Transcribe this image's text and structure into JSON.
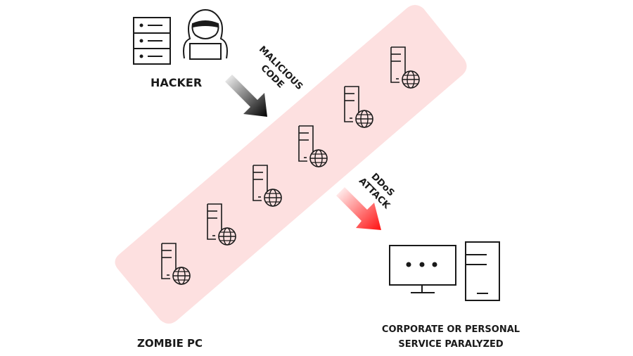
{
  "colors": {
    "band": "#fde0e0",
    "stroke": "#1a1a1a",
    "ddos_arrow": "#ff1a1a"
  },
  "labels": {
    "hacker": "HACKER",
    "malicious_1": "MALICIOUS",
    "malicious_2": "CODE",
    "ddos_1": "DDoS",
    "ddos_2": "ATTACK",
    "zombie": "ZOMBIE PC",
    "target_1": "CORPORATE OR PERSONAL",
    "target_2": "SERVICE PARALYZED"
  },
  "zombie_pcs": [
    {
      "name": "zombie-pc-1"
    },
    {
      "name": "zombie-pc-2"
    },
    {
      "name": "zombie-pc-3"
    },
    {
      "name": "zombie-pc-4"
    },
    {
      "name": "zombie-pc-5"
    },
    {
      "name": "zombie-pc-6"
    }
  ]
}
